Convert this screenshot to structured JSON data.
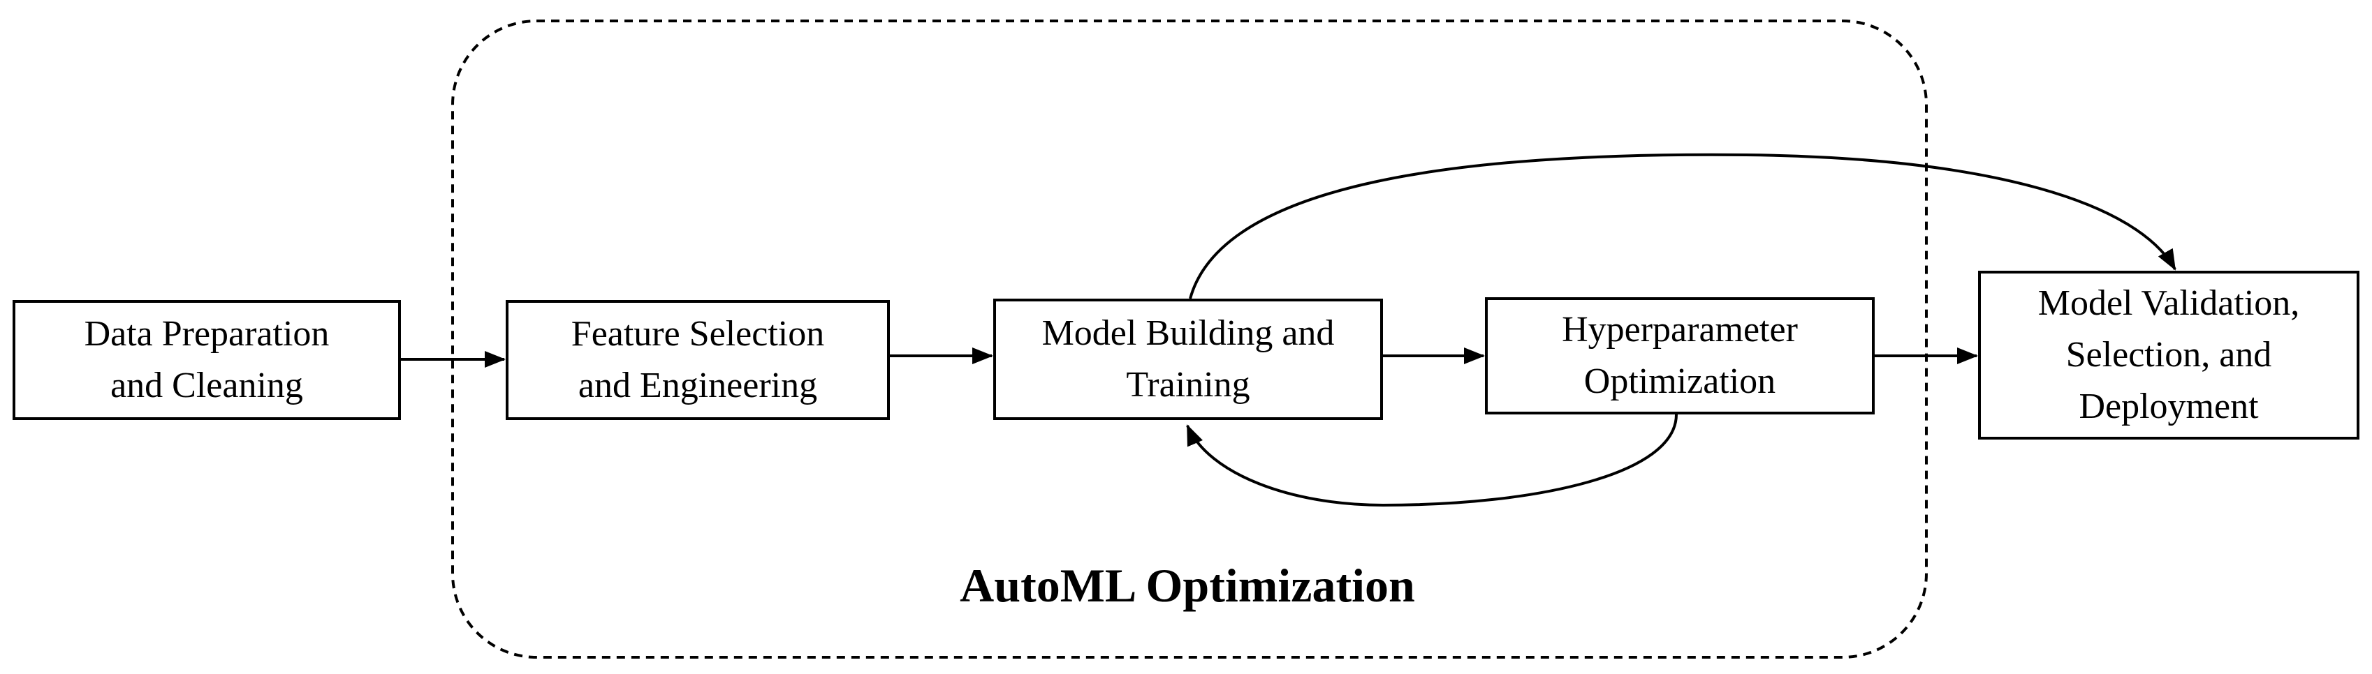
{
  "group": {
    "title": "AutoML Optimization"
  },
  "nodes": {
    "data_prep": {
      "label": "Data Preparation\nand Cleaning"
    },
    "feature": {
      "label": "Feature Selection\nand Engineering"
    },
    "model_building": {
      "label": "Model Building and\nTraining"
    },
    "hyperparam": {
      "label": "Hyperparameter\nOptimization"
    },
    "validation": {
      "label": "Model Validation,\nSelection, and\nDeployment"
    }
  },
  "edges": [
    {
      "from": "Data Preparation and Cleaning",
      "to": "Feature Selection and Engineering"
    },
    {
      "from": "Feature Selection and Engineering",
      "to": "Model Building and Training"
    },
    {
      "from": "Model Building and Training",
      "to": "Hyperparameter Optimization"
    },
    {
      "from": "Hyperparameter Optimization",
      "to": "Model Building and Training"
    },
    {
      "from": "Hyperparameter Optimization",
      "to": "Model Validation, Selection, and Deployment"
    },
    {
      "from": "Model Building and Training",
      "to": "Model Validation, Selection, and Deployment"
    }
  ],
  "colors": {
    "stroke": "#000000",
    "background": "#ffffff"
  }
}
